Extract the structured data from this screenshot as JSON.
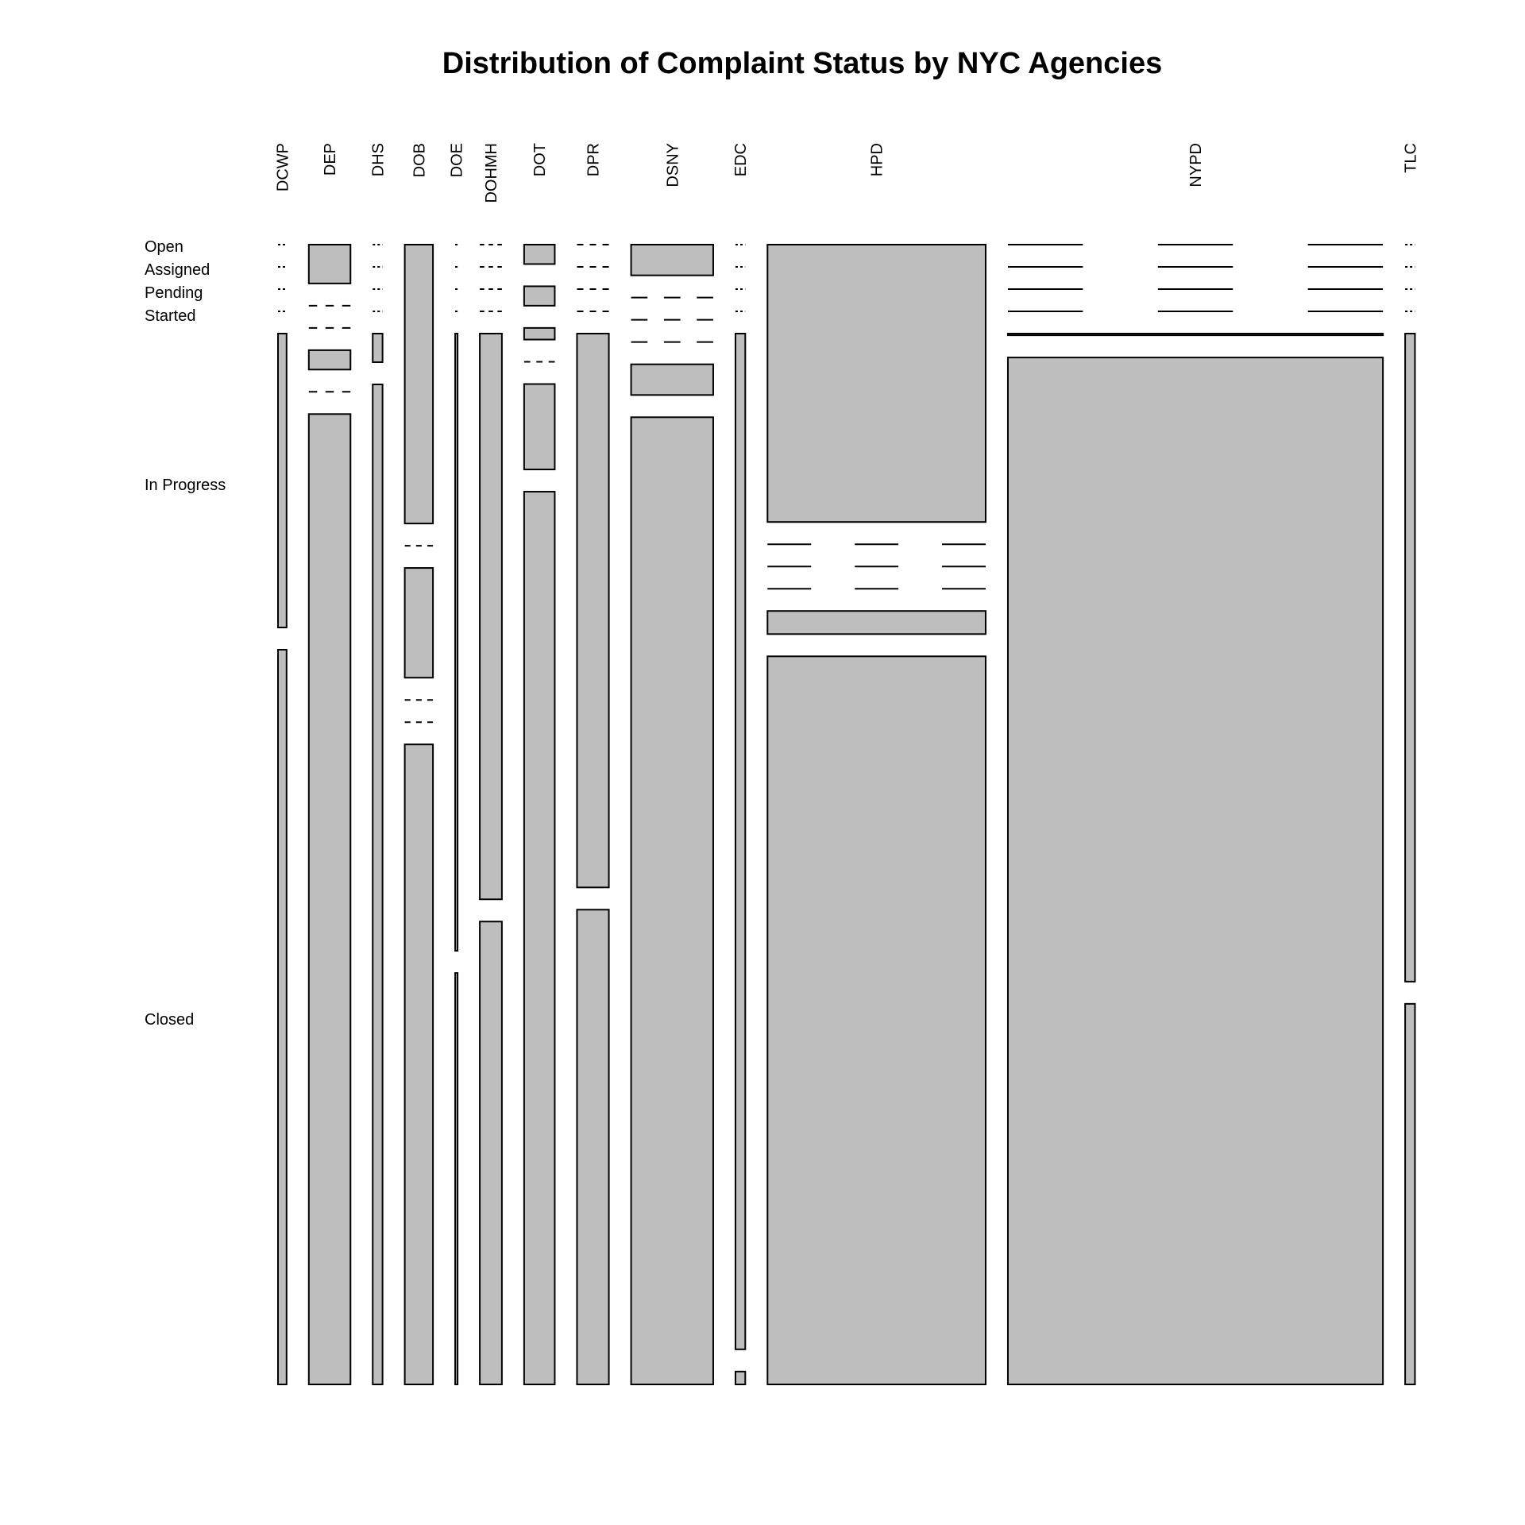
{
  "chart_data": {
    "type": "mosaic",
    "title": "Distribution of Complaint Status by NYC Agencies",
    "xlabel": "",
    "ylabel": "",
    "fill_color": "#bebebe",
    "stroke_color": "#000000",
    "status_levels": [
      "Open",
      "Assigned",
      "Pending",
      "Started",
      "In Progress",
      "Closed"
    ],
    "agencies": [
      {
        "name": "DCWP",
        "total": 7,
        "counts": {
          "Open": 0,
          "Assigned": 0,
          "Pending": 0,
          "Started": 0,
          "In Progress": 2,
          "Closed": 5
        }
      },
      {
        "name": "DEP",
        "total": 34,
        "counts": {
          "Open": 1,
          "Assigned": 0,
          "Pending": 0,
          "Started": 0.5,
          "In Progress": 0,
          "Closed": 25
        }
      },
      {
        "name": "DHS",
        "total": 8,
        "counts": {
          "Open": 0,
          "Assigned": 0,
          "Pending": 0,
          "Started": 0,
          "In Progress": 0.2,
          "Closed": 7
        }
      },
      {
        "name": "DOB",
        "total": 23,
        "counts": {
          "Open": 6.1,
          "Assigned": 0,
          "Pending": 2.4,
          "Started": 0,
          "In Progress": 0,
          "Closed": 14
        }
      },
      {
        "name": "DOE",
        "total": 1,
        "counts": {
          "Open": 0,
          "Assigned": 0,
          "Pending": 0,
          "Started": 0,
          "In Progress": 0.6,
          "Closed": 0.4
        }
      },
      {
        "name": "DOHMH",
        "total": 18,
        "counts": {
          "Open": 0,
          "Assigned": 0,
          "Pending": 0,
          "Started": 0,
          "In Progress": 0.55,
          "Closed": 0.45
        }
      },
      {
        "name": "DOT",
        "total": 25,
        "counts": {
          "Open": 0.5,
          "Assigned": 0.5,
          "Pending": 0.3,
          "Started": 0,
          "In Progress": 2.2,
          "Closed": 23
        }
      },
      {
        "name": "DPR",
        "total": 26,
        "counts": {
          "Open": 0,
          "Assigned": 0,
          "Pending": 0,
          "Started": 0,
          "In Progress": 14,
          "Closed": 12
        }
      },
      {
        "name": "DSNY",
        "total": 67,
        "counts": {
          "Open": 2,
          "Assigned": 0,
          "Pending": 0,
          "Started": 0,
          "In Progress": 2,
          "Closed": 63
        }
      },
      {
        "name": "EDC",
        "total": 8,
        "counts": {
          "Open": 0,
          "Assigned": 0,
          "Pending": 0,
          "Started": 0,
          "In Progress": 7.9,
          "Closed": 0.1
        }
      },
      {
        "name": "HPD",
        "total": 178,
        "counts": {
          "Open": 48,
          "Assigned": 0,
          "Pending": 0,
          "Started": 0,
          "In Progress": 4,
          "Closed": 126
        }
      },
      {
        "name": "NYPD",
        "total": 306,
        "counts": {
          "Open": 0,
          "Assigned": 0,
          "Pending": 0,
          "Started": 0,
          "In Progress": 0.5,
          "Closed": 305.5
        }
      },
      {
        "name": "TLC",
        "total": 8,
        "counts": {
          "Open": 0,
          "Assigned": 0,
          "Pending": 0,
          "Started": 0,
          "In Progress": 0.63,
          "Closed": 0.37
        }
      }
    ]
  }
}
